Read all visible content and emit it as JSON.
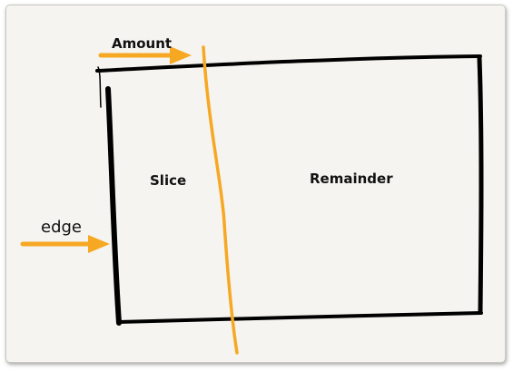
{
  "labels": {
    "amount": "Amount",
    "edge": "edge",
    "slice": "Slice",
    "remainder": "Remainder"
  },
  "colors": {
    "background": "#f5f4f0",
    "ink": "#000000",
    "accent": "#f7a823"
  },
  "icons": {
    "amount_arrow": "arrow-right-icon",
    "edge_arrow": "arrow-right-icon"
  }
}
